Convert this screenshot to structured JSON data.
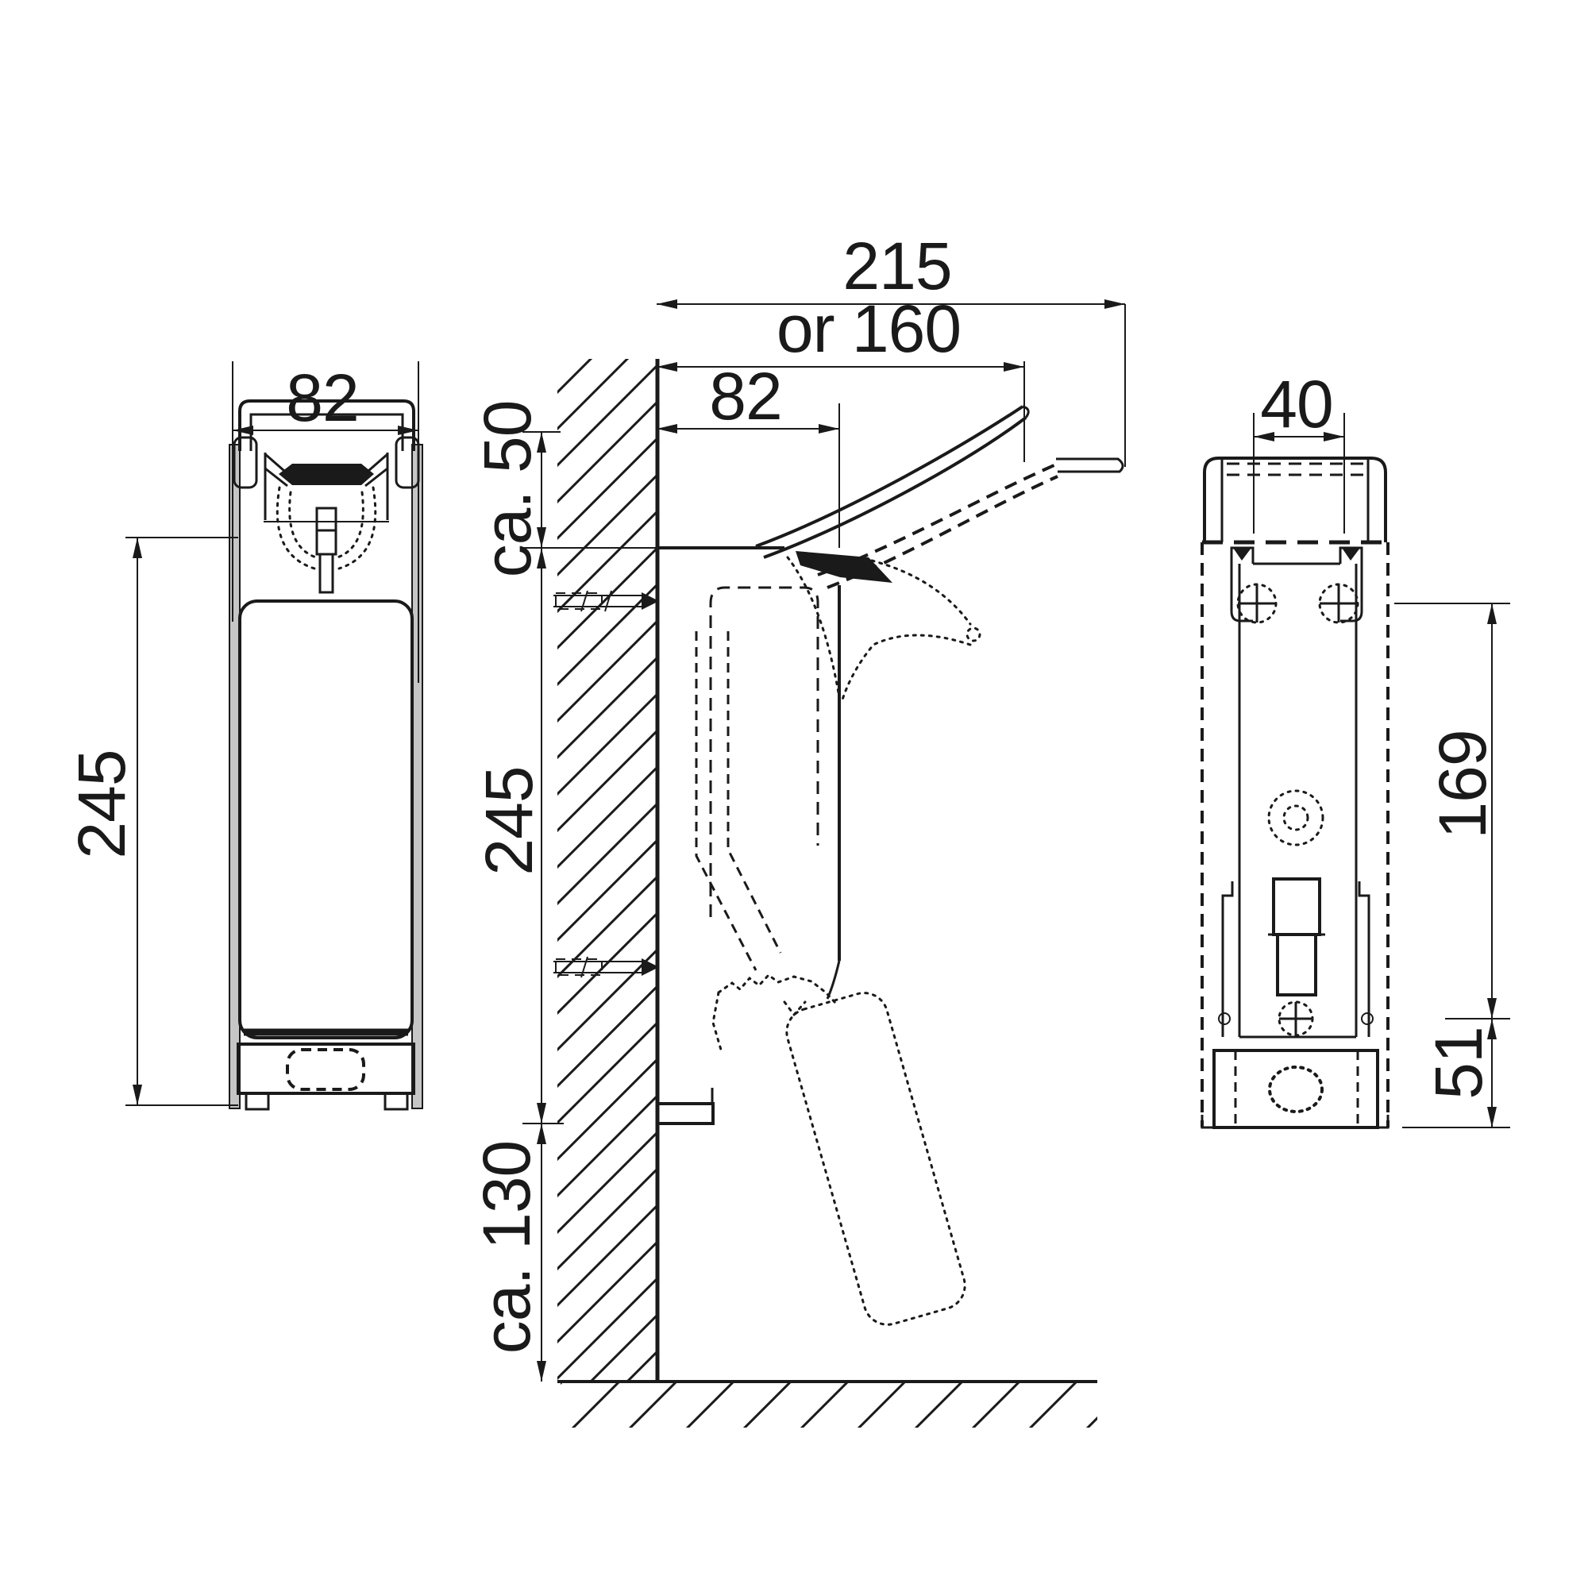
{
  "drawing": {
    "type": "technical-dimension-drawing",
    "background": "#ffffff",
    "line_color": "#1a1a1a",
    "views": [
      {
        "id": "front-view",
        "dimension_labels": [
          "82",
          "245"
        ]
      },
      {
        "id": "side-view",
        "dimension_labels": [
          "215",
          "or 160",
          "82",
          "ca. 50",
          "245",
          "ca. 130"
        ]
      },
      {
        "id": "rear-view",
        "dimension_labels": [
          "40",
          "169",
          "51"
        ]
      }
    ]
  },
  "labels": {
    "front_82": "82",
    "front_245": "245",
    "side_215": "215",
    "side_or160": "or 160",
    "side_82": "82",
    "side_ca50": "ca. 50",
    "side_245": "245",
    "side_ca130": "ca. 130",
    "rear_40": "40",
    "rear_169": "169",
    "rear_51": "51"
  }
}
